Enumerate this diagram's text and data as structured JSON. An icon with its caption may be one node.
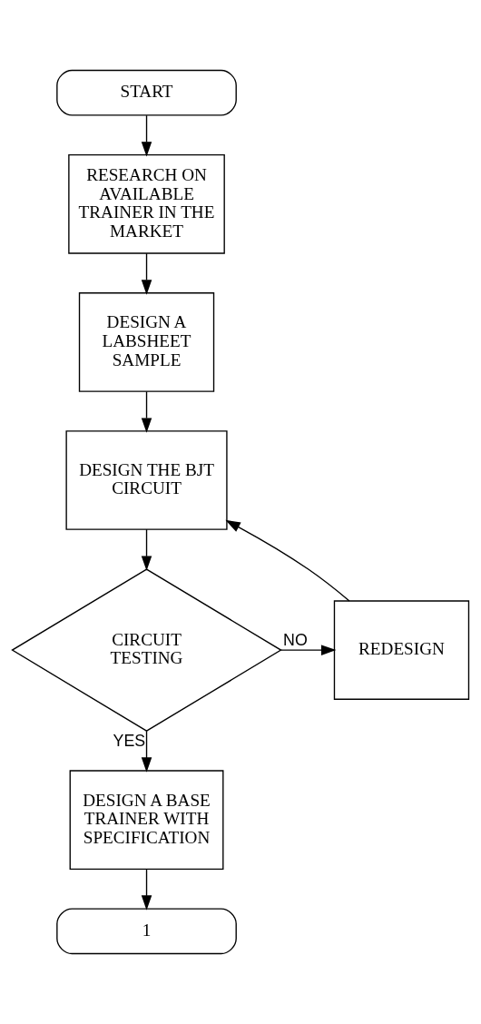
{
  "diagram": {
    "nodes": [
      {
        "text": [
          "START"
        ]
      },
      {
        "text": [
          "RESEARCH ON AVAILABLE TRAINER IN THE MARKET"
        ]
      },
      {
        "text": [
          "DESIGN A LABSHEET SAMPLE"
        ]
      },
      {
        "text": [
          "DESIGN THE BJT CIRCUIT"
        ]
      },
      {
        "text": [
          "CIRCUIT TESTING"
        ]
      },
      {
        "text": [
          "REDESIGN"
        ]
      },
      {
        "text": [
          "DESIGN A BASE TRAINER WITH SPECIFICATION"
        ]
      },
      {
        "text": [
          "1"
        ]
      }
    ],
    "edges": [
      {
        "from": 0,
        "to": 1,
        "arrow": "to"
      },
      {
        "from": 1,
        "to": 2,
        "arrow": "to"
      },
      {
        "from": 2,
        "to": 3,
        "arrow": "to"
      },
      {
        "from": 3,
        "to": 4,
        "arrow": "to"
      },
      {
        "from": 4,
        "to": 5,
        "arrow": "to",
        "label": "NO"
      },
      {
        "from": 5,
        "to": 3,
        "arrow": "to"
      },
      {
        "from": 4,
        "to": 6,
        "arrow": "to",
        "label": "YES"
      },
      {
        "from": 6,
        "to": 7,
        "arrow": "to"
      }
    ]
  }
}
